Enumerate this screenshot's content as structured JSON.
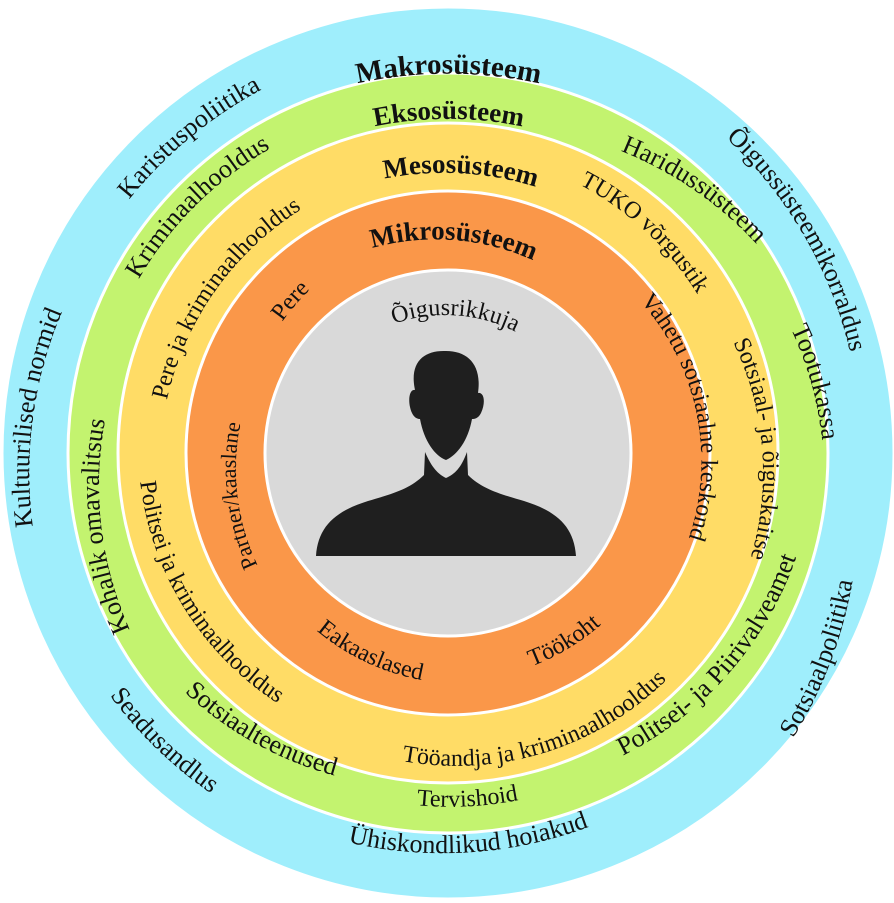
{
  "diagram": {
    "colors": {
      "macro": "#9feefc",
      "exo": "#c3f36f",
      "meso": "#ffdc66",
      "micro": "#fa9749",
      "center": "#d9d9d9",
      "person": "#1f1f1f",
      "outline": "#ffffff"
    },
    "center": {
      "label": "Õigusrikkuja",
      "icon": "person-silhouette-icon"
    },
    "rings": {
      "macro": {
        "title": "Makrosüsteem",
        "items": [
          "Karistuspoliitika",
          "Õigussüsteemikorraldus",
          "Kultuurilised normid",
          "Sotsiaalpoliitika",
          "Seadusandlus",
          "Ühiskondlikud hoiakud"
        ]
      },
      "exo": {
        "title": "Eksosüsteem",
        "items": [
          "Kriminaalhooldus",
          "Haridussüsteem",
          "Kohalik omavalitsus",
          "Tootukassa",
          "Politsei- ja Piirivalveamet",
          "Sotsiaalteenused",
          "Tervishoid"
        ]
      },
      "meso": {
        "title": "Mesosüsteem",
        "items": [
          "Pere ja kriminaalhooldus",
          "TUKO võrgustik",
          "Sotsiaal- ja õiguskaitse",
          "Politsei ja kriminaalhooldus",
          "Tööandja ja kriminaalhooldus"
        ]
      },
      "micro": {
        "title": "Mikrosüsteem",
        "items": [
          "Pere",
          "Partner/kaaslane",
          "Vahetu sotsiaalne keskond",
          "Eakaaslased",
          "Töökoht"
        ]
      }
    }
  }
}
